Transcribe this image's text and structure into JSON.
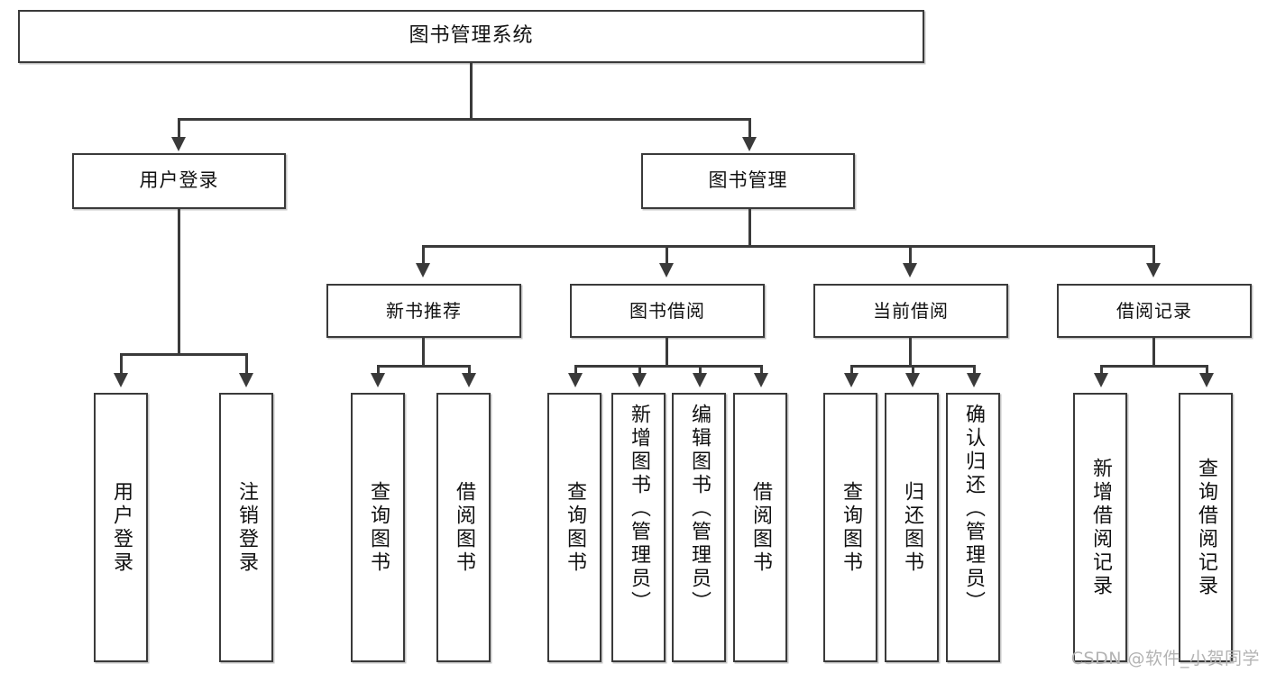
{
  "diagram": {
    "title": "图书管理系统",
    "type": "tree-hierarchy-chart",
    "root": {
      "label": "图书管理系统"
    },
    "level2": [
      {
        "label": "用户登录"
      },
      {
        "label": "图书管理"
      }
    ],
    "level3": [
      {
        "label": "新书推荐"
      },
      {
        "label": "图书借阅"
      },
      {
        "label": "当前借阅"
      },
      {
        "label": "借阅记录"
      }
    ],
    "leaves": {
      "user_login": [
        {
          "label": "用户登录"
        },
        {
          "label": "注销登录"
        }
      ],
      "new_book_recommend": [
        {
          "label": "查询图书"
        },
        {
          "label": "借阅图书"
        }
      ],
      "book_borrow": [
        {
          "label": "查询图书"
        },
        {
          "label": "新增图书（管理员）"
        },
        {
          "label": "编辑图书（管理员）"
        },
        {
          "label": "借阅图书"
        }
      ],
      "current_borrow": [
        {
          "label": "查询图书"
        },
        {
          "label": "归还图书"
        },
        {
          "label": "确认归还（管理员）"
        }
      ],
      "borrow_record": [
        {
          "label": "新增借阅记录"
        },
        {
          "label": "查询借阅记录"
        }
      ]
    }
  },
  "watermark": {
    "text": "CSDN @软件_小贺同学"
  },
  "colors": {
    "stroke": "#3a3a3a",
    "background": "#ffffff",
    "text": "#111111",
    "watermark": "#b3b3b3"
  }
}
